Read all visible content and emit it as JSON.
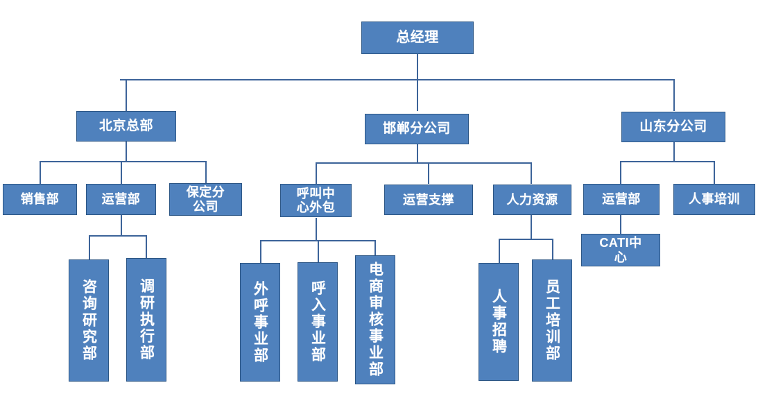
{
  "diagram": {
    "type": "org-chart",
    "title": "",
    "theme": {
      "node_fill": "#4F81BD",
      "node_border": "#2B5584",
      "node_text": "#FFFFFF",
      "connector": "#3C6399",
      "background": "#FFFFFF"
    },
    "nodes": [
      {
        "id": "gm",
        "label": "总经理",
        "level": 0,
        "orientation": "horizontal"
      },
      {
        "id": "beijing",
        "label": "北京总部",
        "level": 1,
        "orientation": "horizontal"
      },
      {
        "id": "handan",
        "label": "邯郸分公司",
        "level": 1,
        "orientation": "horizontal"
      },
      {
        "id": "shandong",
        "label": "山东分公司",
        "level": 1,
        "orientation": "horizontal"
      },
      {
        "id": "bj-sales",
        "label": "销售部",
        "level": 2,
        "orientation": "horizontal"
      },
      {
        "id": "bj-ops",
        "label": "运营部",
        "level": 2,
        "orientation": "horizontal"
      },
      {
        "id": "bj-baoding",
        "label": "保定分\n公司",
        "level": 2,
        "orientation": "horizontal"
      },
      {
        "id": "hd-callcenter",
        "label": "呼叫中\n心外包",
        "level": 2,
        "orientation": "horizontal"
      },
      {
        "id": "hd-opsupport",
        "label": "运营支撑",
        "level": 2,
        "orientation": "horizontal"
      },
      {
        "id": "hd-hr",
        "label": "人力资源",
        "level": 2,
        "orientation": "horizontal"
      },
      {
        "id": "sd-ops",
        "label": "运营部",
        "level": 2,
        "orientation": "horizontal"
      },
      {
        "id": "sd-hrtrain",
        "label": "人事培训",
        "level": 2,
        "orientation": "horizontal"
      },
      {
        "id": "sd-cati",
        "label": "CATI中\n心",
        "level": 3,
        "orientation": "horizontal"
      },
      {
        "id": "bj-consult",
        "label": "咨询研究部",
        "level": 3,
        "orientation": "vertical"
      },
      {
        "id": "bj-survey",
        "label": "调研执行部",
        "level": 3,
        "orientation": "vertical"
      },
      {
        "id": "hd-outbound",
        "label": "外呼事业部",
        "level": 3,
        "orientation": "vertical"
      },
      {
        "id": "hd-inbound",
        "label": "呼入事业部",
        "level": 3,
        "orientation": "vertical"
      },
      {
        "id": "hd-ecomm",
        "label": "电商审核事业部",
        "level": 3,
        "orientation": "vertical"
      },
      {
        "id": "hr-recruit",
        "label": "人事招聘",
        "level": 3,
        "orientation": "vertical"
      },
      {
        "id": "hr-training",
        "label": "员工培训部",
        "level": 3,
        "orientation": "vertical"
      }
    ],
    "edges": [
      {
        "from": "gm",
        "to": "beijing"
      },
      {
        "from": "gm",
        "to": "handan"
      },
      {
        "from": "gm",
        "to": "shandong"
      },
      {
        "from": "beijing",
        "to": "bj-sales"
      },
      {
        "from": "beijing",
        "to": "bj-ops"
      },
      {
        "from": "beijing",
        "to": "bj-baoding"
      },
      {
        "from": "handan",
        "to": "hd-callcenter"
      },
      {
        "from": "handan",
        "to": "hd-opsupport"
      },
      {
        "from": "handan",
        "to": "hd-hr"
      },
      {
        "from": "shandong",
        "to": "sd-ops"
      },
      {
        "from": "shandong",
        "to": "sd-hrtrain"
      },
      {
        "from": "sd-ops",
        "to": "sd-cati"
      },
      {
        "from": "bj-ops",
        "to": "bj-consult"
      },
      {
        "from": "bj-ops",
        "to": "bj-survey"
      },
      {
        "from": "hd-callcenter",
        "to": "hd-outbound"
      },
      {
        "from": "hd-callcenter",
        "to": "hd-inbound"
      },
      {
        "from": "hd-callcenter",
        "to": "hd-ecomm"
      },
      {
        "from": "hd-hr",
        "to": "hr-recruit"
      },
      {
        "from": "hd-hr",
        "to": "hr-training"
      }
    ]
  }
}
